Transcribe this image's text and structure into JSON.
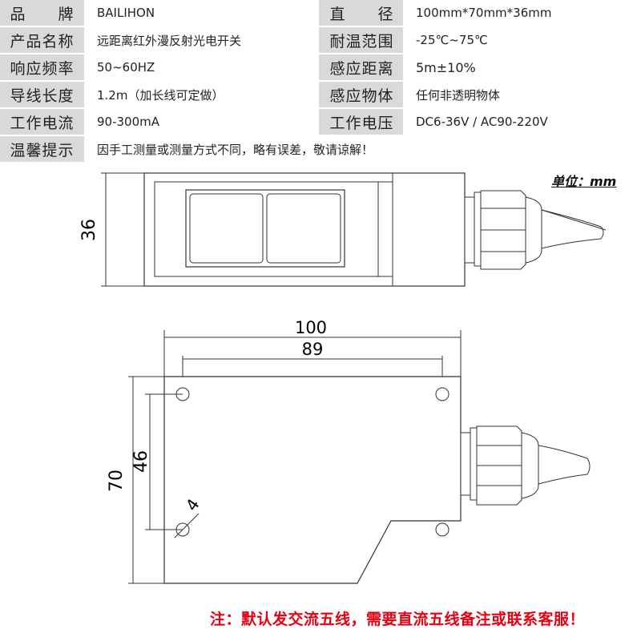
{
  "specs": [
    {
      "label1": "品　　牌",
      "value1": "BAILIHON",
      "label2": "直　　径",
      "value2": "100mm*70mm*36mm"
    },
    {
      "label1": "产品名称",
      "value1": "远距离红外漫反射光电开关",
      "label2": "耐温范围",
      "value2": "-25℃~75℃"
    },
    {
      "label1": "响应频率",
      "value1": "50~60HZ",
      "label2": "感应距离",
      "value2": "5m±10%"
    },
    {
      "label1": "导线长度",
      "value1": "1.2m（加长线可定做）",
      "label2": "感应物体",
      "value2": "任何非透明物体"
    },
    {
      "label1": "工作电流",
      "value1": "90-300mA",
      "label2": "工作电压",
      "value2": "DC6-36V  /  AC90-220V"
    }
  ],
  "tip": {
    "label": "温馨提示",
    "value": "因手工测量或测量方式不同，略有误差，敬请谅解！"
  },
  "unit_label": "单位：mm",
  "dimensions": {
    "height_side": "36",
    "width_total": "100",
    "hole_spacing_x": "89",
    "hole_spacing_y": "46",
    "height_front": "70",
    "hole_diameter": "4"
  },
  "note": "注：默认发交流五线，需要直流五线备注或联系客服！"
}
